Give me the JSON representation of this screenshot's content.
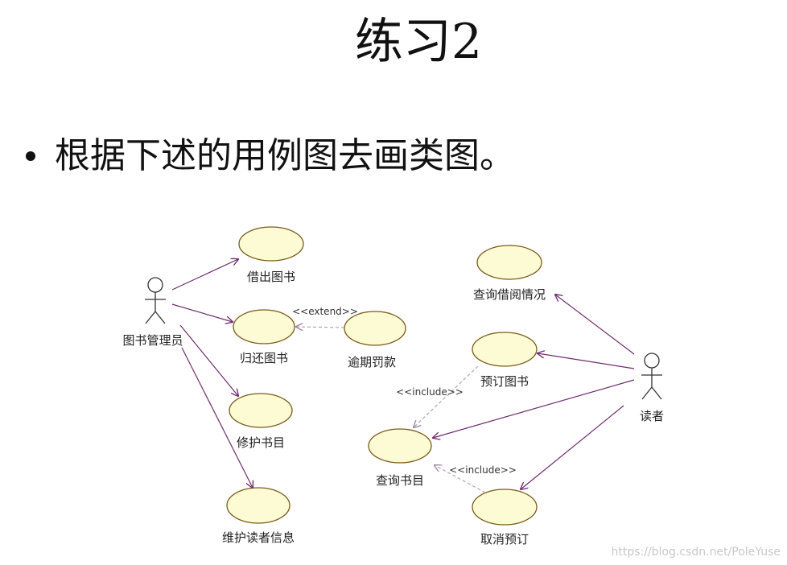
{
  "slide": {
    "title": "练习2",
    "bullet": "根据下述的用例图去画类图。"
  },
  "diagram": {
    "actors": [
      {
        "id": "librarian",
        "name": "图书管理员"
      },
      {
        "id": "reader",
        "name": "读者"
      }
    ],
    "use_cases": [
      {
        "id": "borrow",
        "name": "借出图书"
      },
      {
        "id": "return",
        "name": "归还图书"
      },
      {
        "id": "fine",
        "name": "逾期罚款"
      },
      {
        "id": "repair",
        "name": "修护书目"
      },
      {
        "id": "maintain",
        "name": "维护读者信息"
      },
      {
        "id": "query_borrow",
        "name": "查询借阅情况"
      },
      {
        "id": "reserve",
        "name": "预订图书"
      },
      {
        "id": "query_catalog",
        "name": "查询书目"
      },
      {
        "id": "cancel",
        "name": "取消预订"
      }
    ],
    "relations": [
      {
        "from": "librarian",
        "to": "borrow",
        "kind": "association"
      },
      {
        "from": "librarian",
        "to": "return",
        "kind": "association"
      },
      {
        "from": "librarian",
        "to": "repair",
        "kind": "association"
      },
      {
        "from": "librarian",
        "to": "maintain",
        "kind": "association"
      },
      {
        "from": "fine",
        "to": "return",
        "kind": "extend",
        "label": "<<extend>>"
      },
      {
        "from": "reader",
        "to": "query_borrow",
        "kind": "association"
      },
      {
        "from": "reader",
        "to": "reserve",
        "kind": "association"
      },
      {
        "from": "reader",
        "to": "query_catalog",
        "kind": "association"
      },
      {
        "from": "reader",
        "to": "cancel",
        "kind": "association"
      },
      {
        "from": "reserve",
        "to": "query_catalog",
        "kind": "include",
        "label": "<<include>>"
      },
      {
        "from": "cancel",
        "to": "query_catalog",
        "kind": "include",
        "label": "<<include>>"
      }
    ]
  },
  "watermark": "https://blog.csdn.net/PoleYuse"
}
